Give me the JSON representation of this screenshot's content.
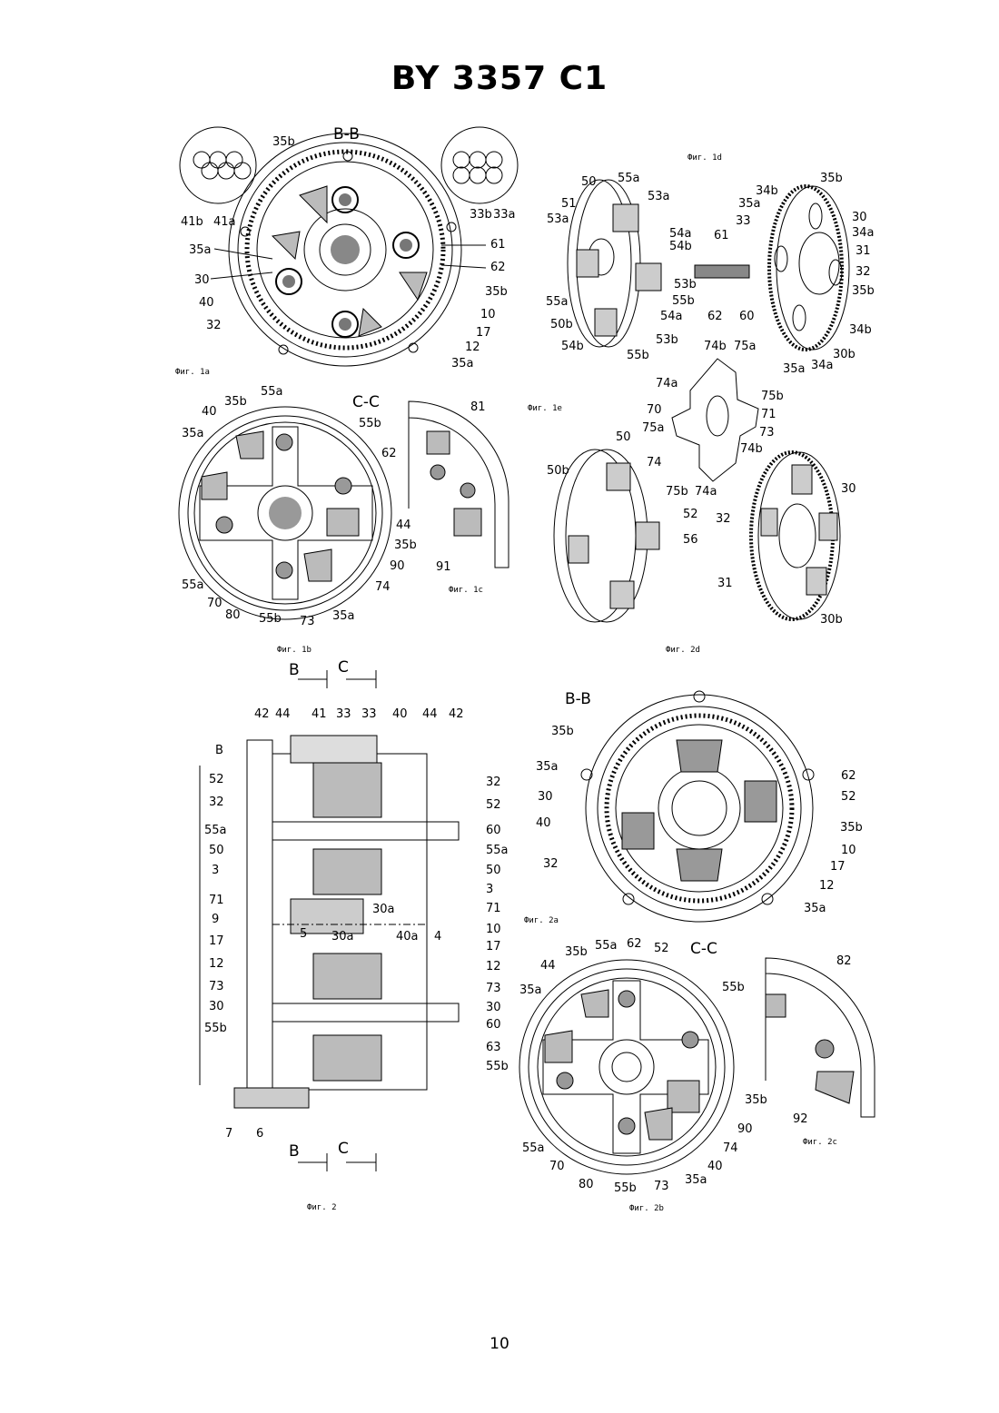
{
  "header": {
    "title": "BY 3357 C1"
  },
  "footer": {
    "page_number": "10"
  },
  "figures": {
    "fig1a": {
      "caption": "Фиг. 1а",
      "section": "B-B",
      "labels": [
        "35b",
        "41b",
        "41a",
        "33b",
        "33a",
        "35a",
        "30",
        "40",
        "32",
        "61",
        "62",
        "35b",
        "10",
        "17",
        "12",
        "35a"
      ]
    },
    "fig1b": {
      "caption": "Фиг. 1b",
      "section": "C-C",
      "labels": [
        "55a",
        "35b",
        "40",
        "35a",
        "55b",
        "62",
        "44",
        "35b",
        "90",
        "74",
        "55a",
        "70",
        "80",
        "55b",
        "73",
        "35a"
      ]
    },
    "fig1c": {
      "caption": "Фиг. 1c",
      "labels": [
        "81",
        "91"
      ]
    },
    "fig1d": {
      "caption": "Фиг. 1d",
      "labels": [
        "50",
        "55a",
        "53a",
        "51",
        "53a",
        "54a",
        "54b",
        "61",
        "53b",
        "55b",
        "54a",
        "62",
        "60",
        "55a",
        "50b",
        "54b",
        "53b",
        "55b",
        "34b",
        "35b",
        "35a",
        "30",
        "33",
        "34a",
        "31",
        "32",
        "35b",
        "34b",
        "30b",
        "35a",
        "34a"
      ]
    },
    "fig1e": {
      "caption": "Фиг. 1e",
      "labels": [
        "74b",
        "75a",
        "74a",
        "75b",
        "70",
        "71",
        "75a",
        "73",
        "74b",
        "74",
        "75b",
        "74a"
      ]
    },
    "fig2d": {
      "caption": "Фиг. 2d",
      "labels": [
        "50",
        "50b",
        "52",
        "56",
        "30",
        "32",
        "31",
        "30b"
      ]
    },
    "fig2": {
      "caption": "Фиг. 2",
      "labels_top": [
        "42",
        "44",
        "41",
        "33",
        "33",
        "40",
        "44",
        "42"
      ],
      "labels_left": [
        "B",
        "52",
        "32",
        "55a",
        "50",
        "3",
        "71",
        "9",
        "17",
        "12",
        "73",
        "30",
        "55b",
        "7",
        "6"
      ],
      "labels_right": [
        "32",
        "52",
        "60",
        "55a",
        "50",
        "3",
        "71",
        "10",
        "17",
        "12",
        "73",
        "30",
        "60",
        "63",
        "55b"
      ],
      "labels_inner": [
        "30a",
        "5",
        "30a",
        "40a",
        "4"
      ],
      "section_marks": [
        "B",
        "C"
      ]
    },
    "fig2a": {
      "caption": "Фиг. 2a",
      "section": "B-B",
      "labels": [
        "35b",
        "35a",
        "30",
        "40",
        "32",
        "62",
        "52",
        "35b",
        "10",
        "17",
        "12",
        "35a"
      ]
    },
    "fig2b": {
      "caption": "Фиг. 2b",
      "section": "C-C",
      "labels": [
        "35b",
        "55a",
        "62",
        "52",
        "44",
        "55b",
        "35a",
        "35b",
        "90",
        "74",
        "40",
        "35a",
        "55a",
        "70",
        "80",
        "55b",
        "73"
      ]
    },
    "fig2c": {
      "caption": "Фиг. 2c",
      "labels": [
        "82",
        "92"
      ]
    }
  }
}
